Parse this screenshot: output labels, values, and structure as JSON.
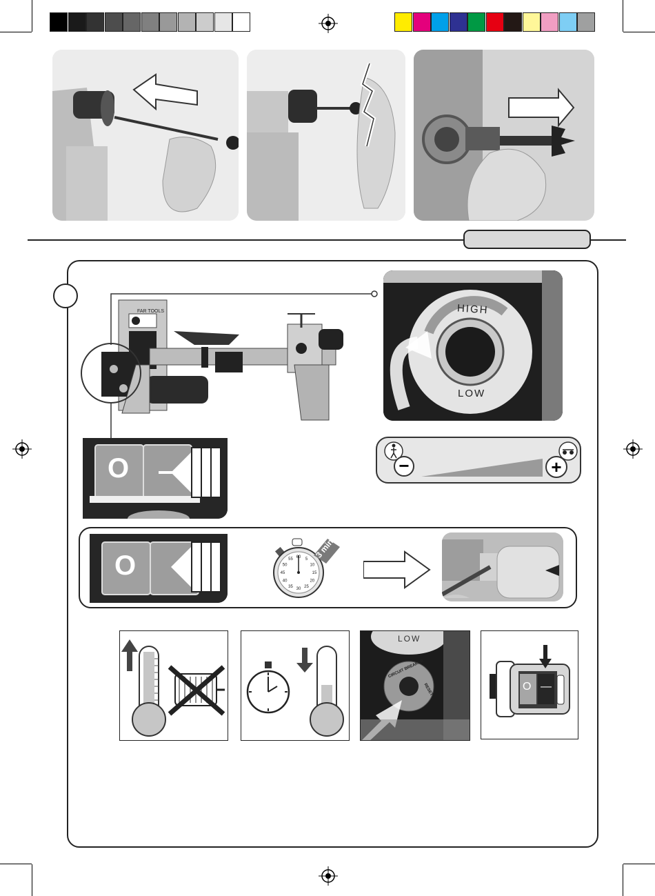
{
  "colors": {
    "gray_bar": [
      "#000000",
      "#1a1a1a",
      "#333333",
      "#4d4d4d",
      "#666666",
      "#808080",
      "#999999",
      "#b3b3b3",
      "#cccccc",
      "#e6e6e6",
      "#ffffff"
    ],
    "color_bar": [
      "#ffec00",
      "#e4007c",
      "#00a0e9",
      "#2e3192",
      "#009944",
      "#e60012",
      "#231815",
      "#fff799",
      "#f19ec2",
      "#7ecef4",
      "#9fa0a0"
    ],
    "section_tab": "#d9d9d9",
    "ink": "#222222"
  },
  "dial": {
    "high_label": "HIGH",
    "low_label": "LOW"
  },
  "switch": {
    "off_glyph": "O",
    "on_glyph": "—"
  },
  "timer": {
    "badge": "3 min",
    "dial_numbers": [
      "60",
      "5",
      "10",
      "15",
      "20",
      "25",
      "30",
      "35",
      "40",
      "45",
      "50",
      "55"
    ]
  },
  "circuit": {
    "low_label": "LOW",
    "breaker_label": "CIRCUIT BREAKER",
    "reset_label": "RESET"
  },
  "speed_scale": {
    "minus": "−",
    "plus": "+",
    "walk_icon": "walking-person-icon",
    "fast_icon": "running-vehicle-icon"
  },
  "lathe_brand": "FAR TOOLS"
}
